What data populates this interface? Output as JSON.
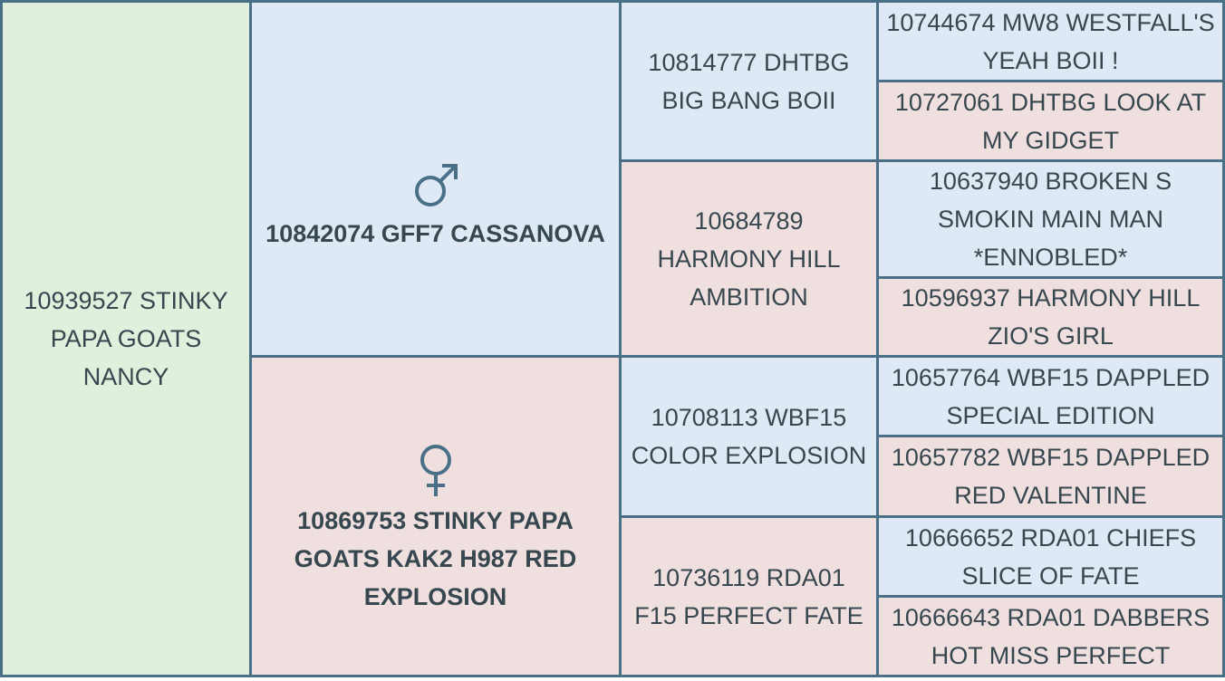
{
  "subject": {
    "label": "10939527 STINKY PAPA GOATS NANCY"
  },
  "sire": {
    "label": "10842074 GFF7 CASSANOVA",
    "icon": "male-symbol-icon"
  },
  "dam": {
    "label": "10869753 STINKY PAPA GOATS KAK2 H987 RED EXPLOSION",
    "icon": "female-symbol-icon"
  },
  "sire_sire": {
    "label": "10814777 DHTBG BIG BANG BOII"
  },
  "sire_dam": {
    "label": "10684789 HARMONY HILL AMBITION"
  },
  "dam_sire": {
    "label": "10708113 WBF15 COLOR EXPLOSION"
  },
  "dam_dam": {
    "label": "10736119 RDA01 F15 PERFECT FATE"
  },
  "ggp": [
    {
      "label": "10744674 MW8 WESTFALL'S YEAH BOII !"
    },
    {
      "label": "10727061 DHTBG LOOK AT MY GIDGET"
    },
    {
      "label": "10637940 BROKEN S SMOKIN MAIN MAN *ENNOBLED*"
    },
    {
      "label": "10596937 HARMONY HILL ZIO'S GIRL"
    },
    {
      "label": "10657764 WBF15 DAPPLED SPECIAL EDITION"
    },
    {
      "label": "10657782 WBF15 DAPPLED RED VALENTINE"
    },
    {
      "label": "10666652 RDA01 CHIEFS SLICE OF FATE"
    },
    {
      "label": "10666643 RDA01 DABBERS HOT MISS PERFECT"
    }
  ],
  "colors": {
    "border": "#4a7088",
    "subject_bg": "#e1f0dc",
    "male_bg": "#dfe9f5",
    "female_bg": "#efdfdf",
    "text": "#37474f"
  }
}
